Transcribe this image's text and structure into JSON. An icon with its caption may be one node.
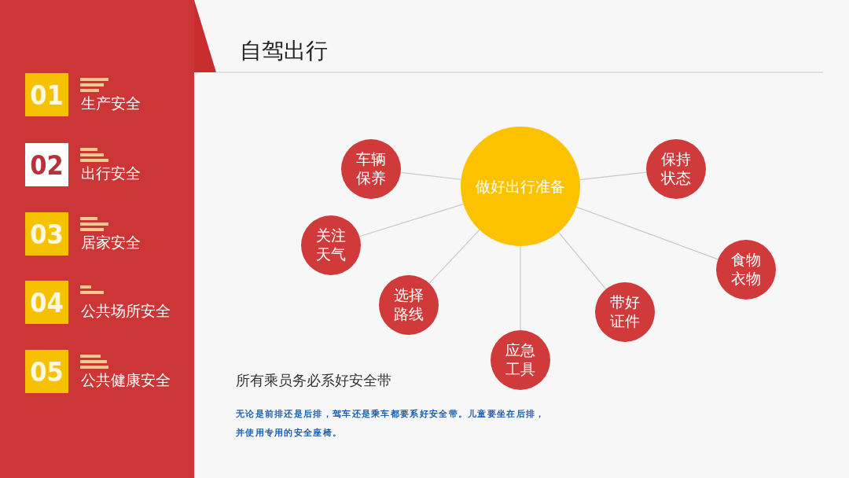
{
  "diagram": {
    "title": "自驾出行",
    "nodes": [
      {
        "text": [
          "01"
        ],
        "beside": [
          "生产安全"
        ]
      },
      {
        "text": [
          "02"
        ],
        "beside": [
          "出行安全"
        ]
      },
      {
        "text": [
          "03"
        ],
        "beside": [
          "居家安全"
        ]
      },
      {
        "text": [
          "04"
        ],
        "beside": [
          "公共场所安全"
        ]
      },
      {
        "text": [
          "05"
        ],
        "beside": [
          "公共健康安全"
        ]
      },
      {
        "text": [
          "做好出行准备"
        ]
      },
      {
        "text": [
          "车辆保养"
        ]
      },
      {
        "text": [
          "保持状态"
        ]
      },
      {
        "text": [
          "关注天气"
        ]
      },
      {
        "text": [
          "食物衣物"
        ]
      },
      {
        "text": [
          "选择路线"
        ]
      },
      {
        "text": [
          "带好证件"
        ]
      },
      {
        "text": [
          "应急工具"
        ]
      }
    ],
    "edges": [
      {
        "from": 5,
        "to": 6,
        "arrow": "none"
      },
      {
        "from": 5,
        "to": 7,
        "arrow": "none"
      },
      {
        "from": 5,
        "to": 8,
        "arrow": "none"
      },
      {
        "from": 5,
        "to": 9,
        "arrow": "none"
      },
      {
        "from": 5,
        "to": 10,
        "arrow": "none"
      },
      {
        "from": 5,
        "to": 11,
        "arrow": "none"
      },
      {
        "from": 5,
        "to": 12,
        "arrow": "none"
      }
    ],
    "labels": [
      "所有乘员务必系好安全带",
      "无论是前排还是后排，驾车还是乘车都要系好安全带。儿童要坐在后排，并使用专用的安全座椅。"
    ]
  }
}
